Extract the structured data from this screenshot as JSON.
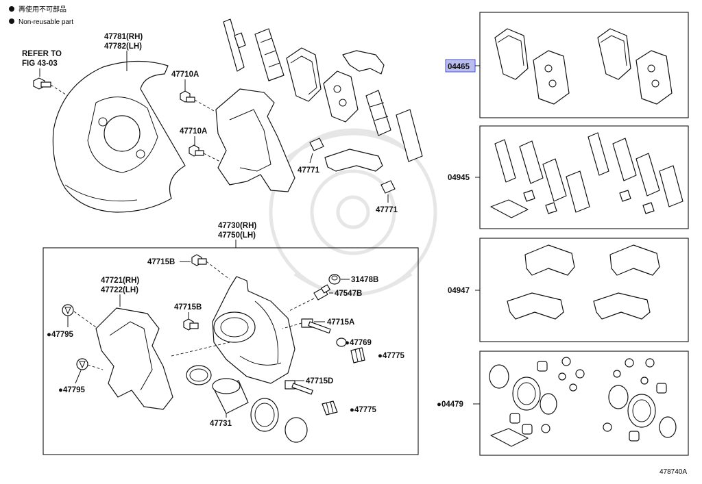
{
  "legend": {
    "items": [
      {
        "symbol": "●",
        "text": "再使用不可部品"
      },
      {
        "symbol": "●",
        "text": "Non-reusable part"
      }
    ]
  },
  "refer": {
    "line1": "REFER TO",
    "line2": "FIG 43-03"
  },
  "labels": {
    "p47781": "47781(RH)",
    "p47782": "47782(LH)",
    "p47710a_1": "47710A",
    "p47710a_2": "47710A",
    "p47771_1": "47771",
    "p47771_2": "47771",
    "p47730": "47730(RH)",
    "p47750": "47750(LH)",
    "p47715b_1": "47715B",
    "p47715b_2": "47715B",
    "p47721": "47721(RH)",
    "p47722": "47722(LH)",
    "p31478b": "31478B",
    "p47547b": "47547B",
    "p47715a": "47715A",
    "p47769": "●47769",
    "p47775_1": "●47775",
    "p47775_2": "●47775",
    "p47795_1": "●47795",
    "p47795_2": "●47795",
    "p47715d": "47715D",
    "p47731": "47731",
    "k04465": "04465",
    "k04945": "04945",
    "k04947": "04947",
    "k04479": "●04479",
    "figure_id": "478740A"
  }
}
